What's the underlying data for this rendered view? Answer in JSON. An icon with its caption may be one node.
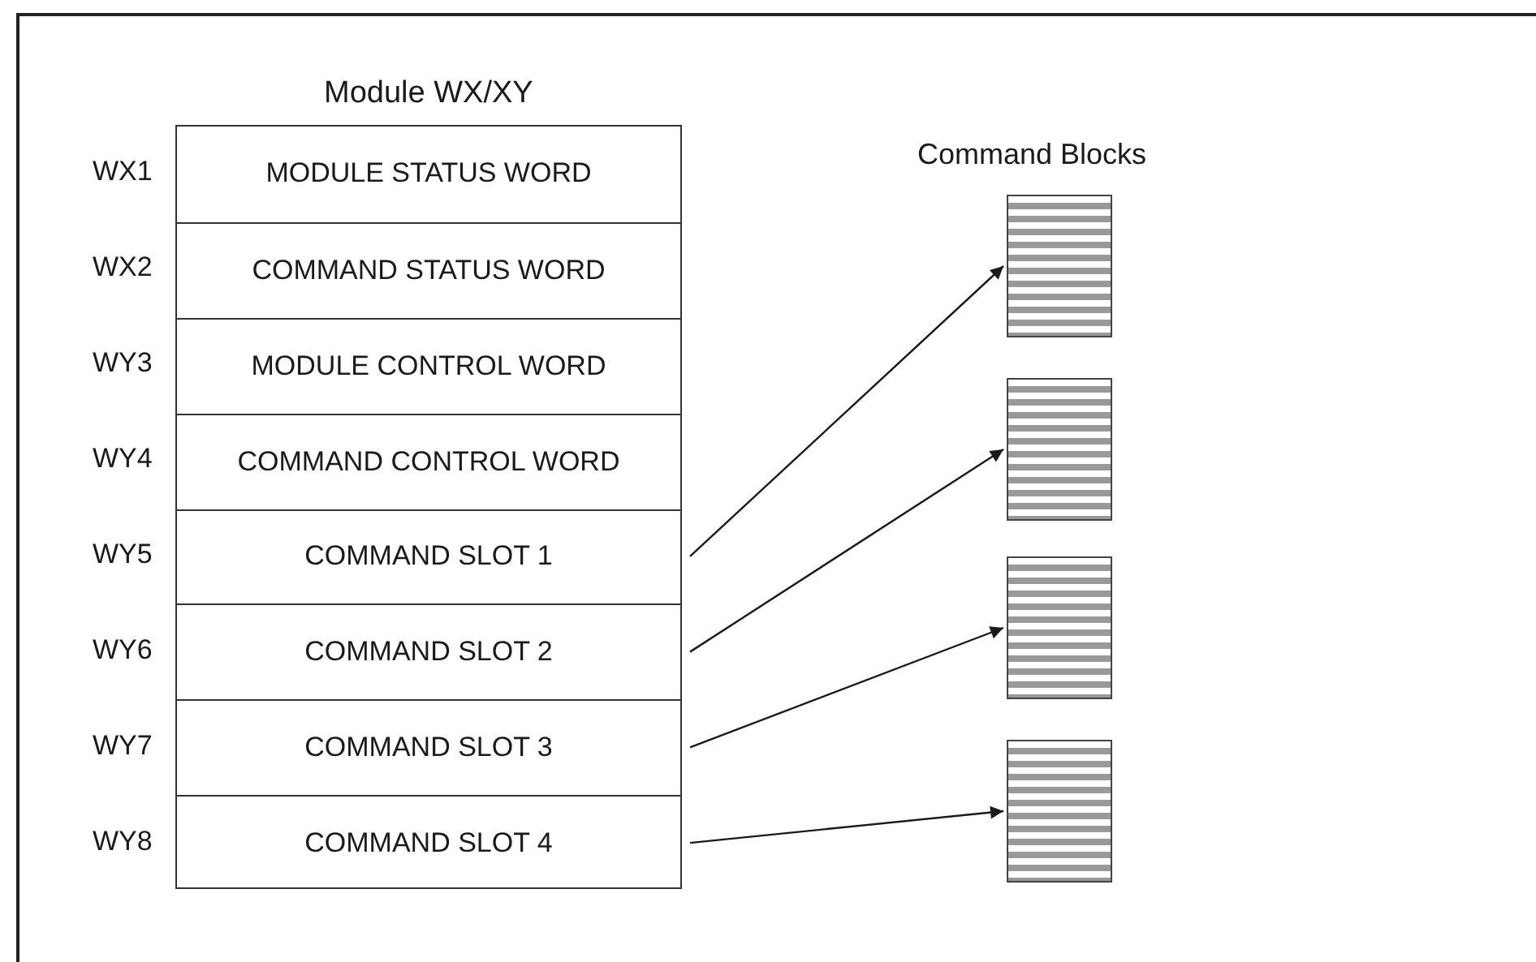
{
  "diagram": {
    "nodes": [
      {
        "text": [
          "Module WX/XY"
        ]
      },
      {
        "text": [
          "MODULE STATUS WORD"
        ],
        "in": 0
      },
      {
        "text": [
          "COMMAND STATUS WORD"
        ],
        "in": 0
      },
      {
        "text": [
          "MODULE CONTROL WORD"
        ],
        "in": 0
      },
      {
        "text": [
          "COMMAND CONTROL WORD"
        ],
        "in": 0
      },
      {
        "text": [
          "COMMAND SLOT 1"
        ],
        "in": 0
      },
      {
        "text": [
          "COMMAND SLOT 2"
        ],
        "in": 0
      },
      {
        "text": [
          "COMMAND SLOT 3"
        ],
        "in": 0
      },
      {
        "text": [
          "COMMAND SLOT 4"
        ],
        "in": 0
      },
      {
        "text": [],
        "shape": "box"
      },
      {
        "text": [],
        "shape": "box"
      },
      {
        "text": [],
        "shape": "box"
      },
      {
        "text": [],
        "shape": "box"
      }
    ],
    "edges": [
      {
        "from": 5,
        "to": 9,
        "arrow": "to"
      },
      {
        "from": 6,
        "to": 10,
        "arrow": "to"
      },
      {
        "from": 7,
        "to": 11,
        "arrow": "to"
      },
      {
        "from": 8,
        "to": 12,
        "arrow": "to"
      }
    ],
    "labels": [
      "WX1",
      "WX2",
      "WY3",
      "WY4",
      "WY5",
      "WY6",
      "WY7",
      "WY8",
      "Command Blocks"
    ]
  }
}
